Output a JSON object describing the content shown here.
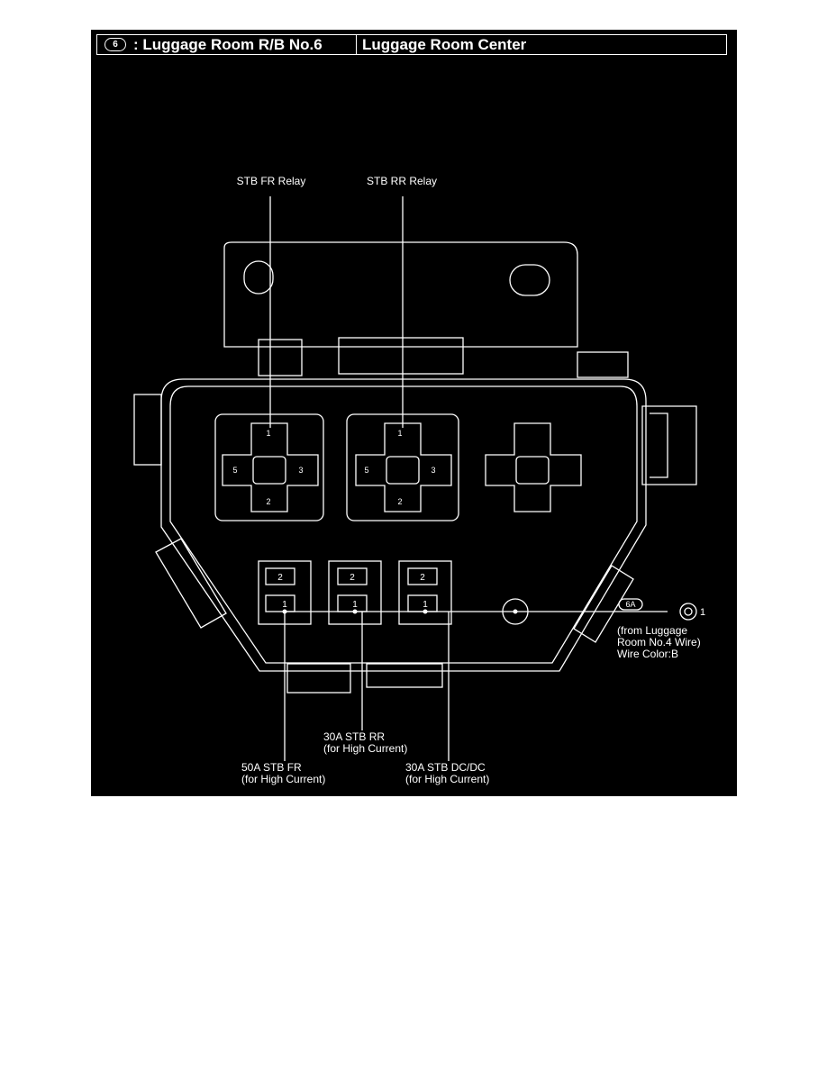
{
  "header": {
    "badge": "6",
    "left_title": ": Luggage Room R/B No.6",
    "right_title": "Luggage Room Center"
  },
  "relays": [
    {
      "label": "STB FR Relay",
      "pins": {
        "top": "1",
        "bottom": "2",
        "left": "5",
        "right": "3"
      }
    },
    {
      "label": "STB RR Relay",
      "pins": {
        "top": "1",
        "bottom": "2",
        "left": "5",
        "right": "3"
      }
    },
    {
      "label": "",
      "pins": {
        "top": "",
        "bottom": "",
        "left": "",
        "right": ""
      }
    }
  ],
  "fuses": [
    {
      "top_pin": "2",
      "bottom_pin": "1",
      "label_line1": "50A STB FR",
      "label_line2": "(for High Current)"
    },
    {
      "top_pin": "2",
      "bottom_pin": "1",
      "label_line1": "30A STB RR",
      "label_line2": "(for High Current)"
    },
    {
      "top_pin": "2",
      "bottom_pin": "1",
      "label_line1": "30A STB DC/DC",
      "label_line2": "(for High Current)"
    }
  ],
  "connector": {
    "tag": "6A",
    "pin": "1",
    "note_line1": "(from Luggage",
    "note_line2": "Room No.4 Wire)",
    "note_line3": "Wire Color:B"
  },
  "colors": {
    "background": "#000000",
    "lines": "#ffffff",
    "page": "#ffffff"
  }
}
